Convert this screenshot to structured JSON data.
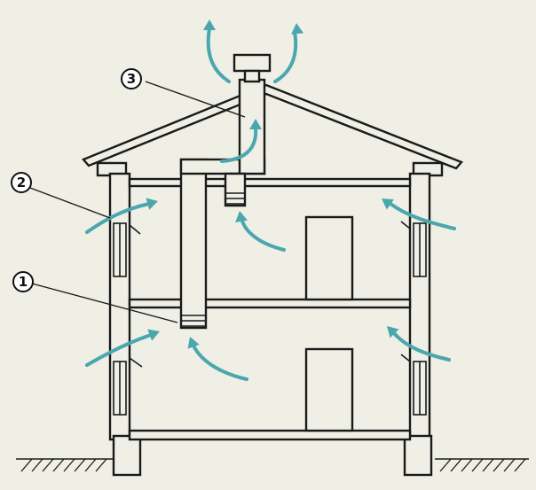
{
  "diagram": {
    "labels": [
      {
        "id": "1",
        "text": "1"
      },
      {
        "id": "2",
        "text": "2"
      },
      {
        "id": "3",
        "text": "3"
      }
    ],
    "colors": {
      "background": "#efefe6",
      "line": "#1a1a1a",
      "airflow_arrow": "#4aa7ad"
    }
  }
}
